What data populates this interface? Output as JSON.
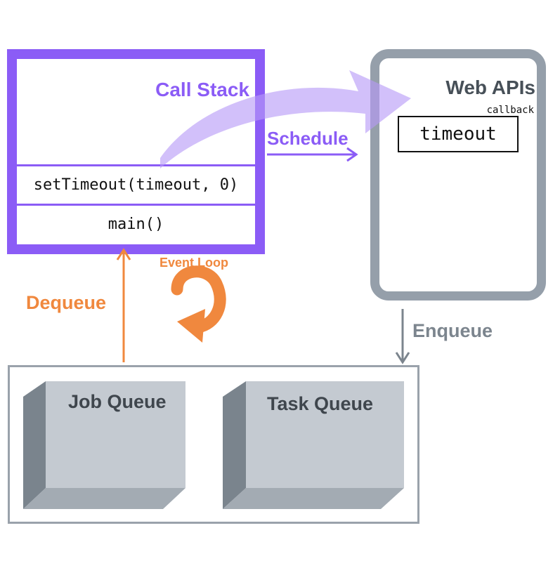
{
  "call_stack": {
    "title": "Call Stack",
    "frames": [
      "setTimeout(timeout, 0)",
      "main()"
    ]
  },
  "web_apis": {
    "title": "Web APIs",
    "callback_label": "callback",
    "callback_value": "timeout"
  },
  "labels": {
    "schedule": "Schedule",
    "event_loop": "Event Loop",
    "dequeue": "Dequeue",
    "enqueue": "Enqueue"
  },
  "queues": {
    "job_queue": "Job Queue",
    "task_queue": "Task Queue"
  },
  "colors": {
    "call_stack": "#8b5cf6",
    "web_apis": "#959faa",
    "event_loop": "#f0883e",
    "queue_front": "#c4cad1",
    "queue_side": "#7a848d"
  }
}
